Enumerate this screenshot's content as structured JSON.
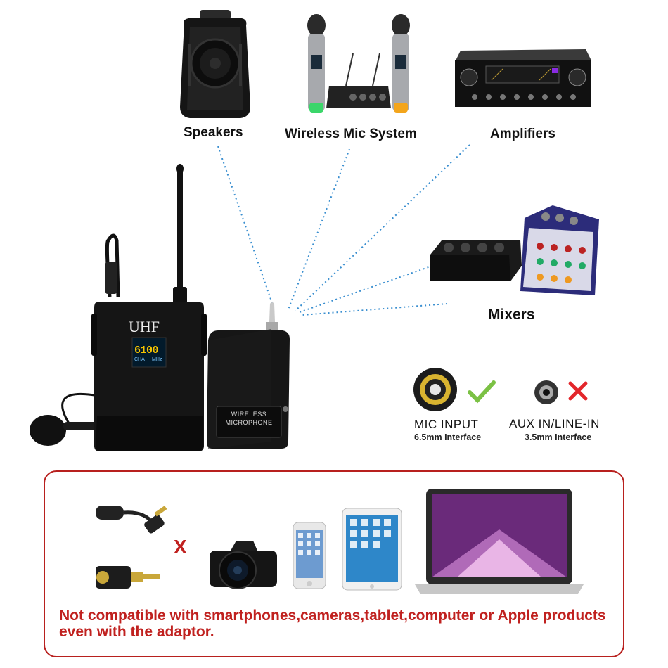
{
  "devices": {
    "speakers": "Speakers",
    "wireless_mic_system": "Wireless Mic System",
    "amplifiers": "Amplifiers",
    "mixers": "Mixers"
  },
  "transmitter": {
    "brand": "UHF",
    "display_channel": "6100",
    "display_cha": "CHA",
    "display_mhz": "MHz"
  },
  "receiver": {
    "label_line1": "WIRELESS",
    "label_line2": "MICROPHONE"
  },
  "interfaces": {
    "mic_input_title": "MIC INPUT",
    "mic_input_sub": "6.5mm Interface",
    "aux_title": "AUX IN/LINE-IN",
    "aux_sub": "3.5mm Interface"
  },
  "incompatible": {
    "x_mark": "X",
    "warning": "Not compatible with smartphones,cameras,tablet,computer or Apple products even with the adaptor."
  }
}
